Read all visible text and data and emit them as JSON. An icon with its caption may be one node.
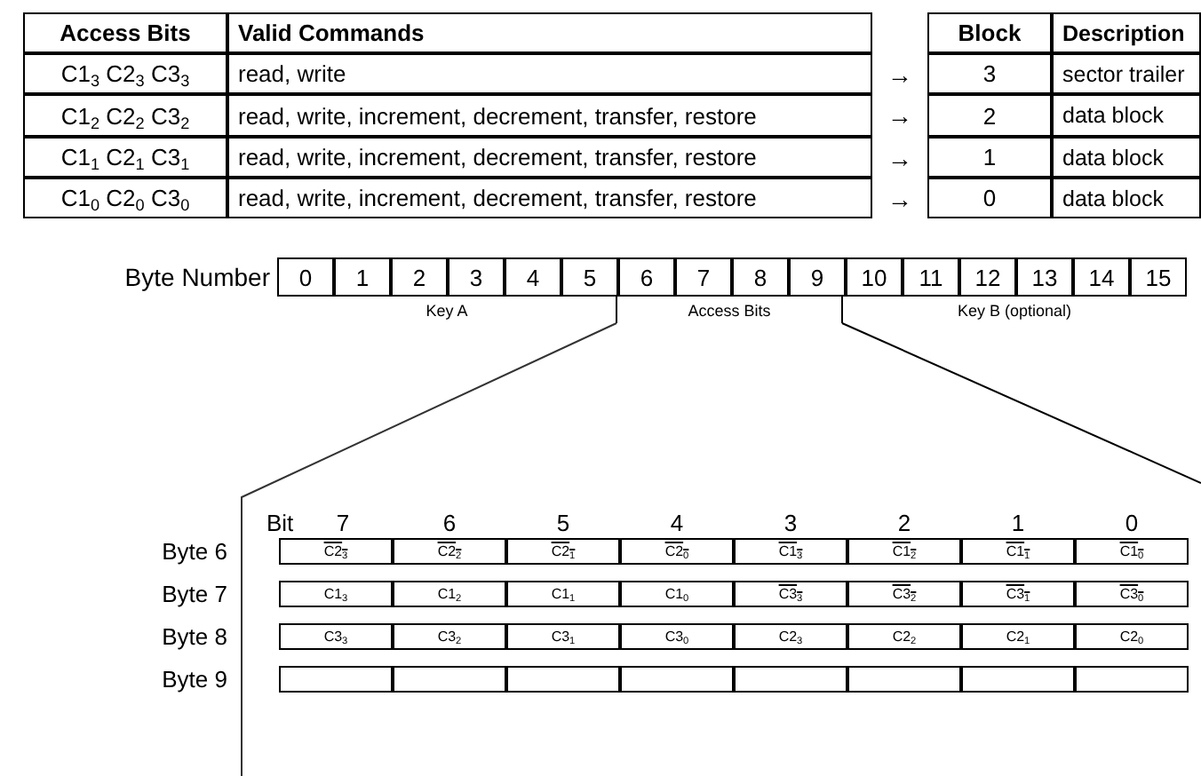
{
  "diagram": {
    "labels": [
      "Access Bits",
      "Valid Commands",
      "Block",
      "Description",
      "C1$_{3}$ C2$_{3}$ C3$_{3}$",
      "read, write",
      "→",
      "3",
      "sector trailer",
      "C1$_{2}$ C2$_{2}$ C3$_{2}$",
      "read, write, increment, decrement, transfer, restore",
      "→",
      "2",
      "data block",
      "C1$_{1}$ C2$_{1}$ C3$_{1}$",
      "read, write, increment, decrement, transfer, restore",
      "→",
      "1",
      "data block",
      "C1$_{0}$ C2$_{0}$ C3$_{0}$",
      "read, write, increment, decrement, transfer, restore",
      "→",
      "0",
      "data block",
      "Byte Number",
      "0",
      "1",
      "2",
      "3",
      "4",
      "5",
      "6",
      "7",
      "8",
      "9",
      "10",
      "11",
      "12",
      "13",
      "14",
      "15",
      "Key A",
      "Access Bits",
      "Key B (optional)",
      "Bit",
      "7",
      "6",
      "5",
      "4",
      "3",
      "2",
      "1",
      "0",
      "Byte 6",
      "C2$_{3}$",
      "C2$_{2}$",
      "C2$_{1}$",
      "C2$_{0}$",
      "C1$_{3}$",
      "C1$_{2}$",
      "C1$_{1}$",
      "C1$_{0}$",
      "Byte 7",
      "C1$_{3}$",
      "C1$_{2}$",
      "C1$_{1}$",
      "C1$_{0}$",
      "C3$_{3}$",
      "C3$_{2}$",
      "C3$_{1}$",
      "C3$_{0}$",
      "Byte 8",
      "C3$_{3}$",
      "C3$_{2}$",
      "C3$_{1}$",
      "C3$_{0}$",
      "C2$_{3}$",
      "C2$_{2}$",
      "C2$_{1}$",
      "C2$_{0}$",
      "Byte 9"
    ]
  }
}
